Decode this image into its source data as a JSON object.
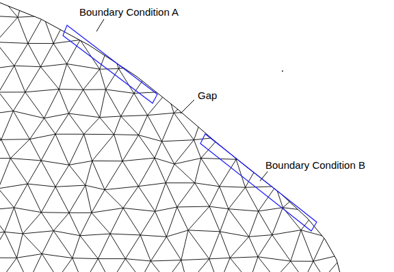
{
  "diagram": {
    "labels": [
      "Boundary Condition A",
      "Gap",
      "Boundary Condition B"
    ]
  }
}
